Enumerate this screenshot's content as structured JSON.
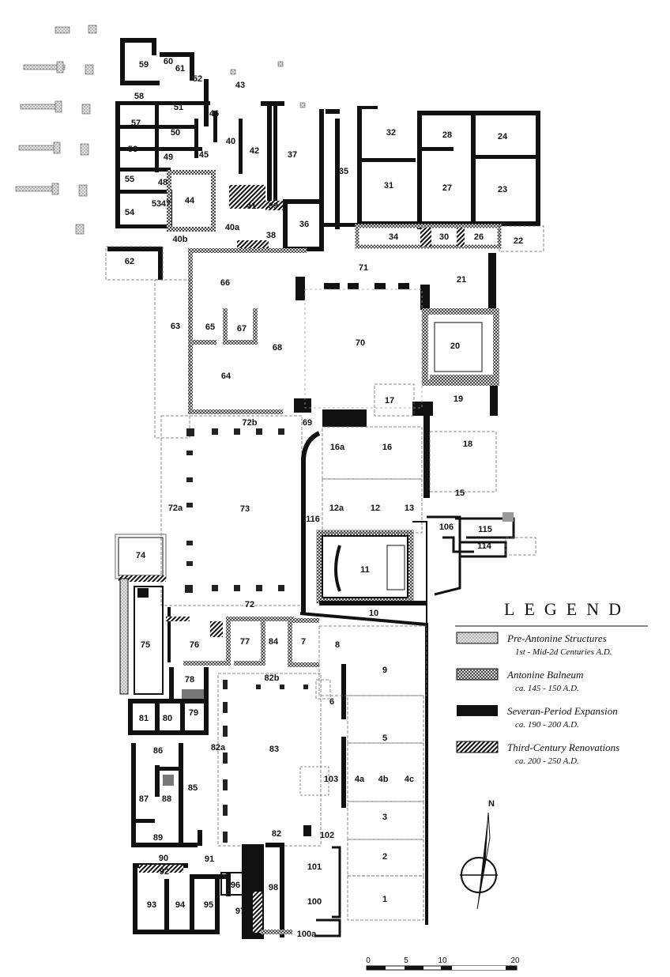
{
  "legend": {
    "title": "LEGEND",
    "entries": [
      {
        "name": "Pre-Antonine Structures",
        "date": "1st - Mid-2d Centuries A.D.",
        "pattern": "stipple"
      },
      {
        "name": "Antonine Balneum",
        "date": "ca. 145 - 150 A.D.",
        "pattern": "crosshatch"
      },
      {
        "name": "Severan-Period Expansion",
        "date": "ca. 190 - 200 A.D.",
        "pattern": "solid"
      },
      {
        "name": "Third-Century Renovations",
        "date": "ca. 200 - 250 A.D.",
        "pattern": "diagonal"
      }
    ]
  },
  "north": "N",
  "scale": {
    "ticks": [
      "0",
      "5",
      "10",
      "20"
    ]
  },
  "rooms": [
    "1",
    "2",
    "3",
    "4a",
    "4b",
    "4c",
    "5",
    "6",
    "7",
    "8",
    "9",
    "10",
    "11",
    "12",
    "12a",
    "13",
    "15",
    "16",
    "16a",
    "17",
    "18",
    "19",
    "20",
    "21",
    "22",
    "23",
    "24",
    "26",
    "27",
    "28",
    "30",
    "31",
    "32",
    "34",
    "35",
    "36",
    "37",
    "38",
    "39",
    "40",
    "40a",
    "40b",
    "41",
    "42",
    "43",
    "44",
    "45",
    "46",
    "47",
    "48",
    "49",
    "50",
    "51",
    "52",
    "53",
    "54",
    "55",
    "56",
    "57",
    "58",
    "59",
    "60",
    "61",
    "62",
    "63",
    "64",
    "65",
    "66",
    "67",
    "68",
    "69",
    "70",
    "71",
    "72",
    "72a",
    "72b",
    "73",
    "74",
    "75",
    "76",
    "77",
    "78",
    "79",
    "80",
    "81",
    "82",
    "82a",
    "82b",
    "83",
    "84",
    "85",
    "86",
    "87",
    "88",
    "89",
    "90",
    "91",
    "92",
    "93",
    "94",
    "95",
    "96",
    "97",
    "98",
    "100",
    "100a",
    "101",
    "102",
    "103",
    "106",
    "114",
    "115",
    "116"
  ],
  "colors": {
    "wall": "#111111",
    "stipple": "#b8b8b8",
    "dashed": "#666666"
  }
}
